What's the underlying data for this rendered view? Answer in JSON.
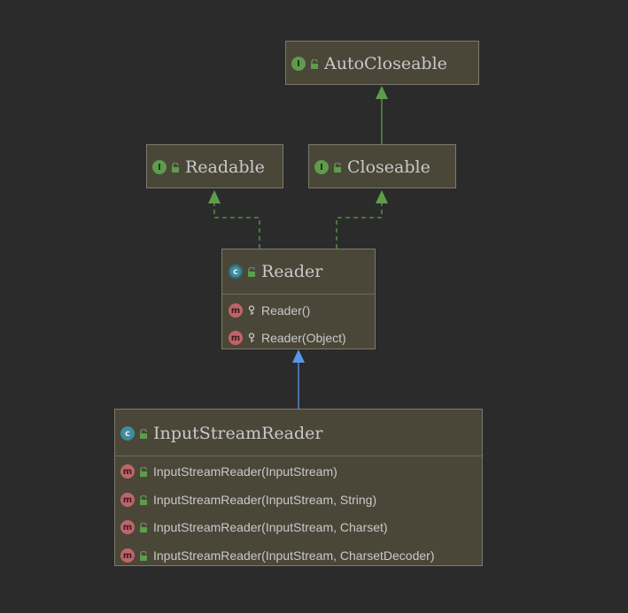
{
  "colors": {
    "background": "#2b2b2b",
    "node_fill": "#4a4739",
    "implements_arrow": "#5e9c4c",
    "extends_interface_arrow": "#5e9c4c",
    "extends_class_arrow": "#5896e6"
  },
  "nodes": {
    "autocloseable": {
      "kind": "interface",
      "badge": "I",
      "name": "AutoCloseable",
      "visibility": "public"
    },
    "readable": {
      "kind": "interface",
      "badge": "I",
      "name": "Readable",
      "visibility": "public"
    },
    "closeable": {
      "kind": "interface",
      "badge": "I",
      "name": "Closeable",
      "visibility": "public"
    },
    "reader": {
      "kind": "abstract-class",
      "badge": "c",
      "name": "Reader",
      "visibility": "public",
      "members": [
        {
          "badge": "m",
          "visibility": "protected",
          "label": "Reader()"
        },
        {
          "badge": "m",
          "visibility": "protected",
          "label": "Reader(Object)"
        }
      ]
    },
    "inputstreamreader": {
      "kind": "class",
      "badge": "c",
      "name": "InputStreamReader",
      "visibility": "public",
      "members": [
        {
          "badge": "m",
          "visibility": "public",
          "label": "InputStreamReader(InputStream)"
        },
        {
          "badge": "m",
          "visibility": "public",
          "label": "InputStreamReader(InputStream, String)"
        },
        {
          "badge": "m",
          "visibility": "public",
          "label": "InputStreamReader(InputStream, Charset)"
        },
        {
          "badge": "m",
          "visibility": "public",
          "label": "InputStreamReader(InputStream, CharsetDecoder)"
        }
      ]
    }
  },
  "edges": [
    {
      "from": "Closeable",
      "to": "AutoCloseable",
      "type": "extends-interface"
    },
    {
      "from": "Reader",
      "to": "Readable",
      "type": "implements"
    },
    {
      "from": "Reader",
      "to": "Closeable",
      "type": "implements"
    },
    {
      "from": "InputStreamReader",
      "to": "Reader",
      "type": "extends-class"
    }
  ]
}
